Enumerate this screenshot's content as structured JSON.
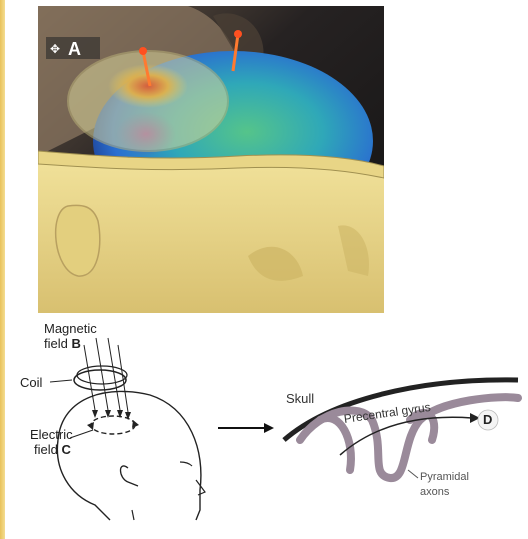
{
  "panel_a": {
    "label": "A"
  },
  "tms_diagram": {
    "magnetic_field_line1": "Magnetic",
    "magnetic_field_line2": "field",
    "magnetic_field_letter": "B",
    "coil_label": "Coil",
    "electric_field_line1": "Electric",
    "electric_field_line2": "field",
    "electric_field_letter": "C"
  },
  "cortex_diagram": {
    "skull_label": "Skull",
    "precentral_label": "Precentral gyrus",
    "pyramidal_line1": "Pyramidal",
    "pyramidal_line2": "axons",
    "d_label": "D"
  },
  "colors": {
    "head_model": "#ecd98a",
    "background_dark": "#1c1c1c",
    "brain_blue": "#2a7fd0",
    "brain_green": "#4fc27a",
    "coil_translucent": "#c7c58f",
    "skull_stroke": "#2a2a2a",
    "gyrus_stroke": "#9a8a9a"
  }
}
